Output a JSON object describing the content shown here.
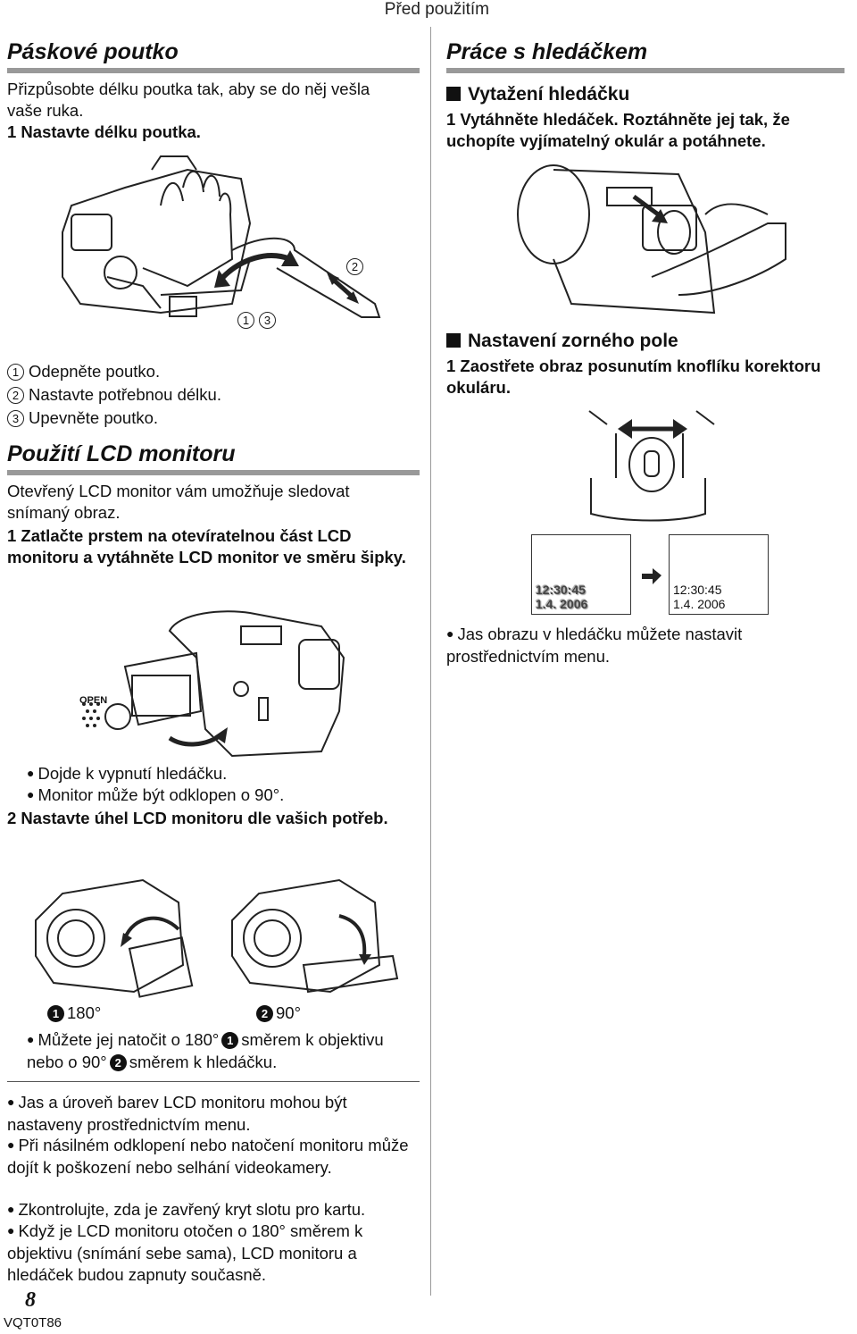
{
  "header": {
    "section": "Před použitím"
  },
  "left": {
    "strap": {
      "title": "Páskové poutko",
      "intro": "Přizpůsobte délku poutka tak, aby se do něj vešla vaše ruka.",
      "step1": "1  Nastavte délku poutka.",
      "fig_labels": {
        "a": "2",
        "b": "1",
        "c": "3"
      },
      "items": [
        {
          "num": "1",
          "text": "Odepněte poutko."
        },
        {
          "num": "2",
          "text": "Nastavte potřebnou délku."
        },
        {
          "num": "3",
          "text": "Upevněte poutko."
        }
      ]
    },
    "lcd": {
      "title": "Použití LCD monitoru",
      "intro": "Otevřený LCD monitor vám umožňuje sledovat snímaný obraz.",
      "step1": "1  Zatlačte prstem na otevíratelnou část LCD monitoru a vytáhněte LCD monitor ve směru šipky.",
      "open_label": "OPEN",
      "bullets": [
        "Dojde k vypnutí hledáčku.",
        "Monitor může být odklopen o 90°."
      ],
      "step2": "2  Nastavte úhel LCD monitoru dle vašich potřeb.",
      "angle1_num": "1",
      "angle1": "180°",
      "angle2_num": "2",
      "angle2": "90°",
      "rotate_part1": "Můžete jej natočit o 180°",
      "rotate_part2": "směrem k objektivu nebo o 90°",
      "rotate_part3": "směrem k hledáčku.",
      "notes": [
        "Jas a úroveň barev LCD monitoru mohou být nastaveny prostřednictvím menu.",
        "Při násilném odklopení nebo natočení monitoru může dojít k poškození nebo selhání videokamery.",
        "Zkontrolujte, zda je zavřený kryt slotu pro kartu.",
        "Když je LCD monitoru otočen o 180° směrem k objektivu (snímání sebe sama), LCD monitoru a hledáček budou zapnuty současně."
      ]
    }
  },
  "right": {
    "title": "Práce s hledáčkem",
    "pull": {
      "subtitle": "Vytažení hledáčku",
      "step1": "1  Vytáhněte hledáček. Roztáhněte jej tak, že uchopíte vyjímatelný okulár a potáhnete."
    },
    "focus": {
      "subtitle": "Nastavení zorného pole",
      "step1": "1  Zaostřete obraz posunutím knoflíku korektoru okuláru.",
      "blur_time": "12:30:45",
      "blur_date": "1.4. 2006",
      "sharp_time": "12:30:45",
      "sharp_date": "1.4. 2006",
      "bullet": "Jas obrazu v hledáčku můžete nastavit prostřednictvím menu."
    }
  },
  "footer": {
    "page": "8",
    "code": "VQT0T86"
  }
}
